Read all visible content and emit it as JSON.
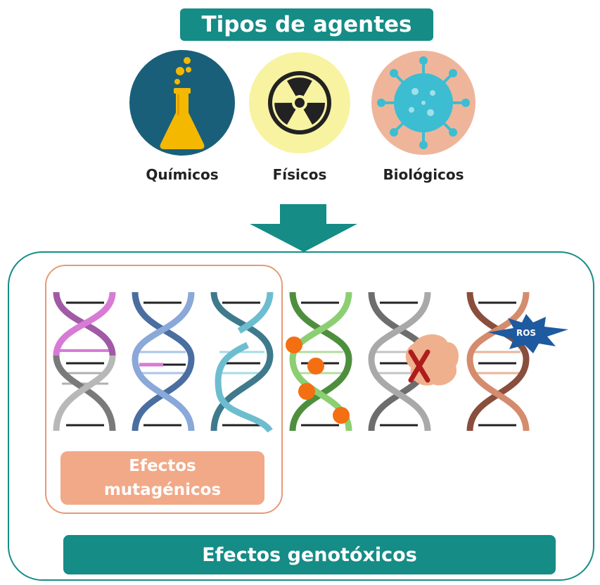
{
  "title": "Tipos de agentes",
  "agents": [
    {
      "label": "Químicos",
      "icon": "flask-icon",
      "bg": "#1a5f7a",
      "fg": "#f5b800"
    },
    {
      "label": "Físicos",
      "icon": "radiation-icon",
      "bg": "#f7f3a1",
      "fg": "#222222"
    },
    {
      "label": "Biológicos",
      "icon": "virus-icon",
      "bg": "#efb59a",
      "fg": "#3dbdd1"
    }
  ],
  "mutagenic": {
    "line1": "Efectos",
    "line2": "mutagénicos"
  },
  "genotoxic": "Efectos genotóxicos",
  "ros": "ROS",
  "colors": {
    "teal": "#158c86",
    "salmon": "#f1a988",
    "orange": "#f36f12",
    "red": "#b01c1c"
  }
}
